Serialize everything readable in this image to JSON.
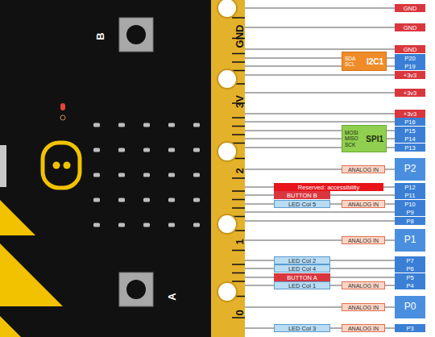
{
  "diagram": {
    "nodes": [
      {
        "text": [
          "GND"
        ]
      },
      {
        "text": [
          "GND"
        ]
      },
      {
        "text": [
          "GND"
        ]
      },
      {
        "text": [
          "SDA",
          "SCL",
          "I2C1"
        ]
      },
      {
        "text": [
          "P20"
        ]
      },
      {
        "text": [
          "P19"
        ]
      },
      {
        "text": [
          "+3v3"
        ]
      },
      {
        "text": [
          "+3v3"
        ]
      },
      {
        "text": [
          "+3v3"
        ]
      },
      {
        "text": [
          "P16"
        ]
      },
      {
        "text": [
          "MOSI",
          "MISO",
          "SCK",
          "SPI1"
        ]
      },
      {
        "text": [
          "P15"
        ]
      },
      {
        "text": [
          "P14"
        ]
      },
      {
        "text": [
          "P13"
        ]
      },
      {
        "text": [
          "ANALOG IN"
        ]
      },
      {
        "text": [
          "P2"
        ]
      },
      {
        "text": [
          "Reserved: accessibility"
        ]
      },
      {
        "text": [
          "P12"
        ]
      },
      {
        "text": [
          "BUTTON B"
        ]
      },
      {
        "text": [
          "P11"
        ]
      },
      {
        "text": [
          "LED Col 5"
        ]
      },
      {
        "text": [
          "ANALOG IN"
        ]
      },
      {
        "text": [
          "P10"
        ]
      },
      {
        "text": [
          "P9"
        ]
      },
      {
        "text": [
          "P8"
        ]
      },
      {
        "text": [
          "ANALOG IN"
        ]
      },
      {
        "text": [
          "P1"
        ]
      },
      {
        "text": [
          "LED Col 2"
        ]
      },
      {
        "text": [
          "P7"
        ]
      },
      {
        "text": [
          "LED Col 4"
        ]
      },
      {
        "text": [
          "P6"
        ]
      },
      {
        "text": [
          "BUTTON A"
        ]
      },
      {
        "text": [
          "P5"
        ]
      },
      {
        "text": [
          "LED Col 1"
        ]
      },
      {
        "text": [
          "ANALOG IN"
        ]
      },
      {
        "text": [
          "P4"
        ]
      },
      {
        "text": [
          "ANALOG IN"
        ]
      },
      {
        "text": [
          "P0"
        ]
      },
      {
        "text": [
          "LED Col 3"
        ]
      },
      {
        "text": [
          "ANALOG IN"
        ]
      },
      {
        "text": [
          "P3"
        ]
      }
    ],
    "labels": [
      "B",
      "A",
      "GND",
      "3V",
      "2",
      "1",
      "0"
    ]
  }
}
